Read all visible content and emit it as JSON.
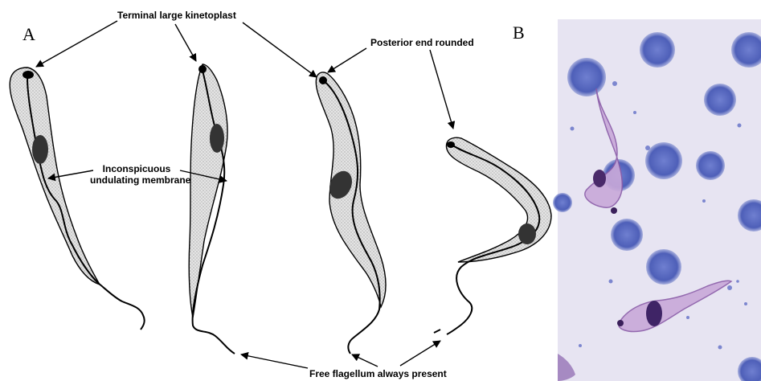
{
  "panels": {
    "a_letter": "A",
    "b_letter": "B"
  },
  "labels": {
    "kinetoplast": "Terminal large kinetoplast",
    "posterior": "Posterior end rounded",
    "membrane_line1": "Inconspicuous",
    "membrane_line2": "undulating membrane",
    "flagellum": "Free flagellum always present"
  },
  "colors": {
    "cell_fill": "#dcdcdc",
    "outline": "#000000",
    "nucleus": "#3a3a3a",
    "micrograph_bg": "#e9e6f3",
    "blood_cell": "#5566bb",
    "parasite": "#8a5ca8"
  }
}
